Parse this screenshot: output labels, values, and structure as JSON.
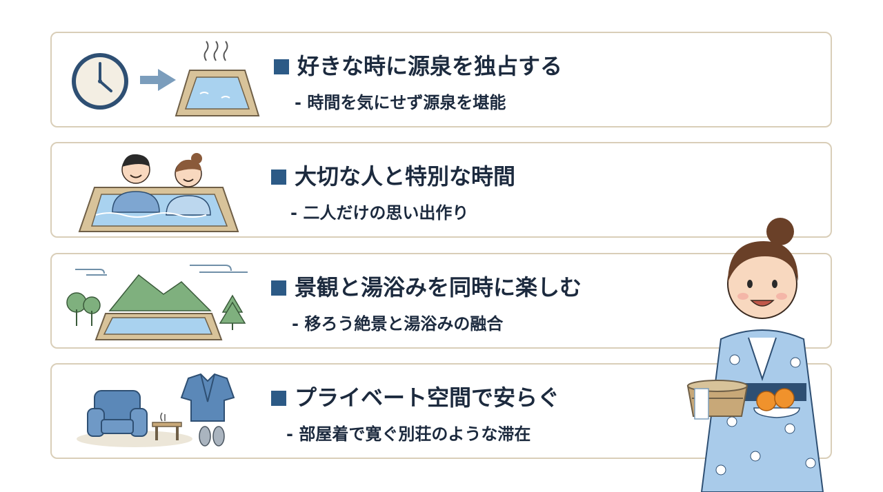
{
  "features": [
    {
      "title": "好きな時に源泉を独占する",
      "subtitle": "- 時間を気にせず源泉を堪能",
      "icons": [
        "clock-icon",
        "arrow-right-icon",
        "steaming-bath-icon"
      ]
    },
    {
      "title": "大切な人と特別な時間",
      "subtitle": "- 二人だけの思い出作り",
      "icons": [
        "couple-in-bath-icon"
      ]
    },
    {
      "title": "景観と湯浴みを同時に楽しむ",
      "subtitle": "- 移ろう絶景と湯浴みの融合",
      "icons": [
        "mountain-landscape-bath-icon"
      ]
    },
    {
      "title": "プライベート空間で安らぐ",
      "subtitle": "- 部屋着で寛ぐ別荘のような滞在",
      "icons": [
        "armchair-icon",
        "yukata-icon",
        "slippers-icon",
        "side-table-icon"
      ]
    }
  ],
  "mascot": "yukata-woman-with-bath-bucket",
  "colors": {
    "accent": "#2c5a86",
    "text": "#1c2a3e",
    "card_border": "#d9ceb8",
    "water": "#a9d2ef",
    "wood": "#d8c39a",
    "green": "#7fb07e"
  }
}
